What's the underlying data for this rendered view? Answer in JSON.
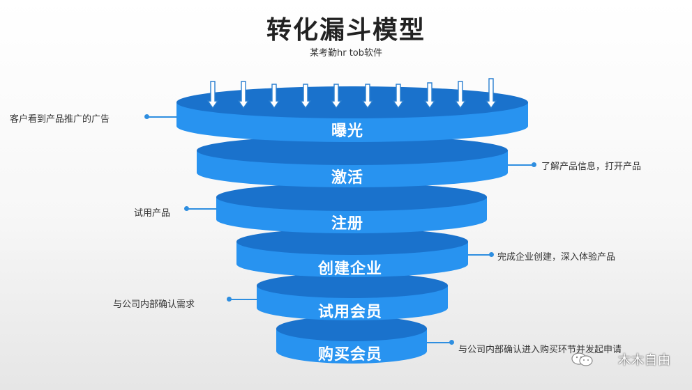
{
  "title": "转化漏斗模型",
  "subtitle": "某考勤hr tob软件",
  "stages": [
    {
      "label": "曝光",
      "annotation": "客户看到产品推广的广告"
    },
    {
      "label": "激活",
      "annotation": "了解产品信息，打开产品"
    },
    {
      "label": "注册",
      "annotation": "试用产品"
    },
    {
      "label": "创建企业",
      "annotation": "完成企业创建，深入体验产品"
    },
    {
      "label": "试用会员",
      "annotation": "与公司内部确认需求"
    },
    {
      "label": "购买会员",
      "annotation": "与公司内部确认进入购买环节并发起申请"
    }
  ],
  "colors": {
    "disk_top": "#1a72cc",
    "disk_side": "#2893f0",
    "connector": "#2e8ee0"
  },
  "icons": [
    "down-arrow-icon",
    "wechat-icon"
  ],
  "watermark": "木木自由"
}
